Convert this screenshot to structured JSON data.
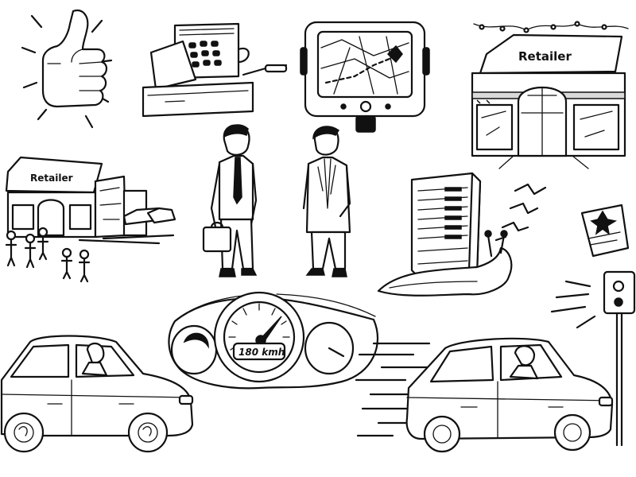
{
  "stores": {
    "large_sign": "Retailer",
    "small_sign": "Retailer"
  },
  "dashboard": {
    "speed_readout": "180 kmh"
  },
  "icons": [
    "thumbs-up-icon",
    "cash-register-icon",
    "gps-navigator-icon",
    "retail-store-icon",
    "speed-camera-icon",
    "server-snail-icon",
    "speedometer-icon",
    "car-icon"
  ],
  "colors": {
    "ink": "#111111",
    "paper": "#ffffff"
  }
}
